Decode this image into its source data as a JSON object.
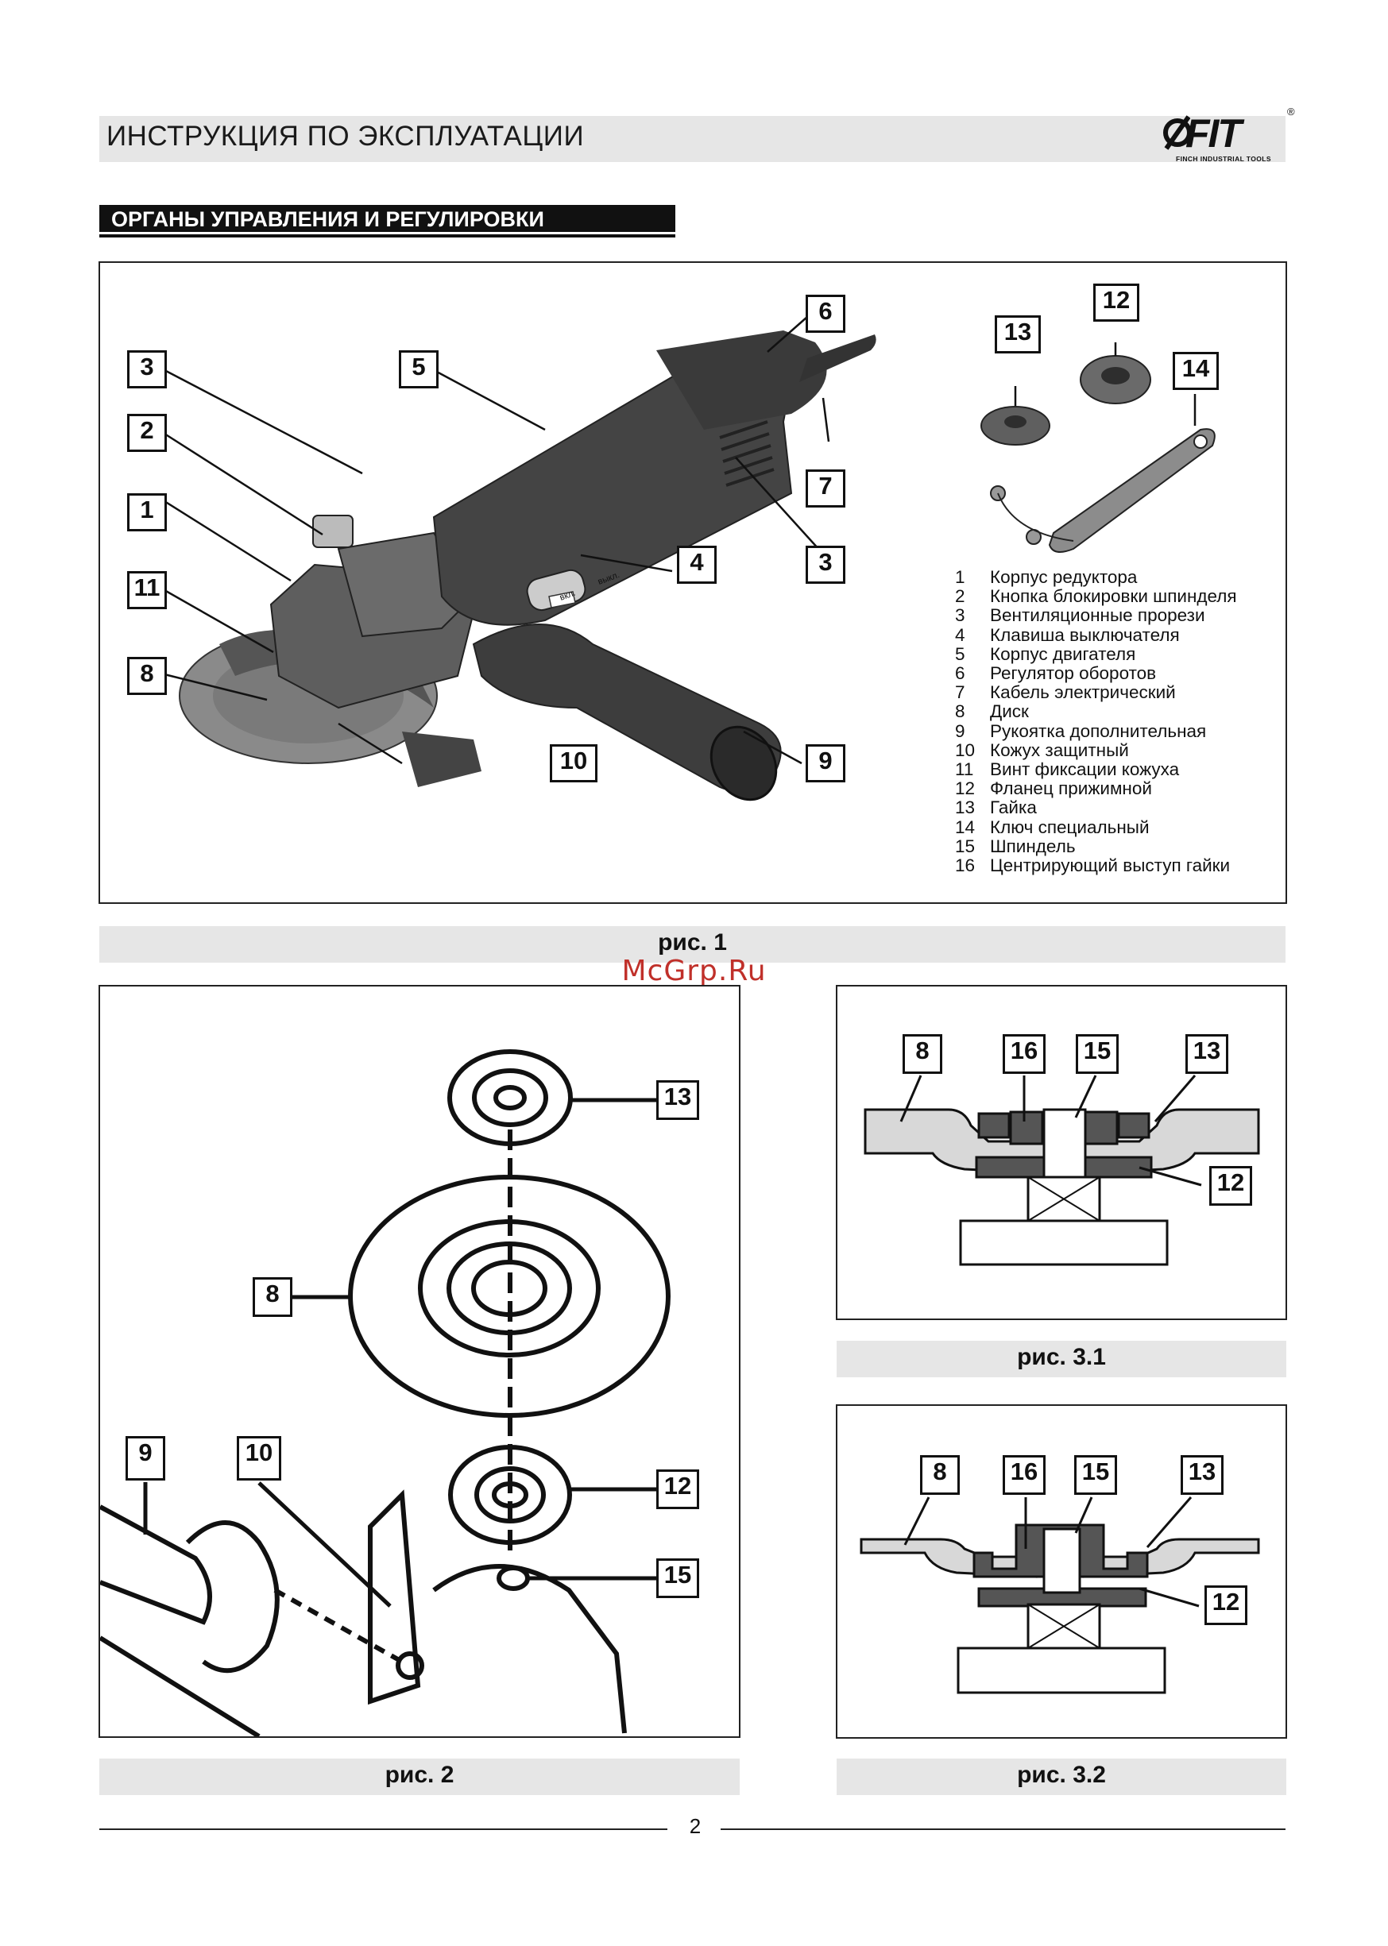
{
  "header": {
    "title": "ИНСТРУКЦИЯ ПО ЭКСПЛУАТАЦИИ",
    "logo": {
      "brand": "FIT",
      "tagline": "FINCH INDUSTRIAL TOOLS",
      "registered": "®"
    }
  },
  "section": {
    "title": "ОРГАНЫ УПРАВЛЕНИЯ И РЕГУЛИРОВКИ"
  },
  "figure1": {
    "caption": "рис. 1",
    "callouts": [
      "3",
      "2",
      "1",
      "11",
      "8",
      "5",
      "6",
      "7",
      "3",
      "4",
      "9",
      "10",
      "13",
      "12",
      "14"
    ],
    "switch_labels": {
      "on": "вкл.",
      "off": "выкл."
    },
    "legend": [
      {
        "num": "1",
        "text": "Корпус редуктора"
      },
      {
        "num": "2",
        "text": "Кнопка блокировки шпинделя"
      },
      {
        "num": "3",
        "text": "Вентиляционные прорези"
      },
      {
        "num": "4",
        "text": "Клавиша выключателя"
      },
      {
        "num": "5",
        "text": "Корпус двигателя"
      },
      {
        "num": "6",
        "text": "Регулятор оборотов"
      },
      {
        "num": "7",
        "text": "Кабель электрический"
      },
      {
        "num": "8",
        "text": "Диск"
      },
      {
        "num": "9",
        "text": "Рукоятка дополнительная"
      },
      {
        "num": "10",
        "text": "Кожух защитный"
      },
      {
        "num": "11",
        "text": "Винт фиксации кожуха"
      },
      {
        "num": "12",
        "text": "Фланец прижимной"
      },
      {
        "num": "13",
        "text": "Гайка"
      },
      {
        "num": "14",
        "text": "Ключ специальный"
      },
      {
        "num": "15",
        "text": "Шпиндель"
      },
      {
        "num": "16",
        "text": "Центрирующий выступ гайки"
      }
    ]
  },
  "watermark": "McGrp.Ru",
  "figure2": {
    "caption": "рис. 2",
    "callouts": [
      "13",
      "8",
      "12",
      "15",
      "9",
      "10"
    ]
  },
  "figure31": {
    "caption": "рис. 3.1",
    "callouts": [
      "8",
      "16",
      "15",
      "13",
      "12"
    ]
  },
  "figure32": {
    "caption": "рис. 3.2",
    "callouts": [
      "8",
      "16",
      "15",
      "13",
      "12"
    ]
  },
  "footer": {
    "page": "2"
  }
}
